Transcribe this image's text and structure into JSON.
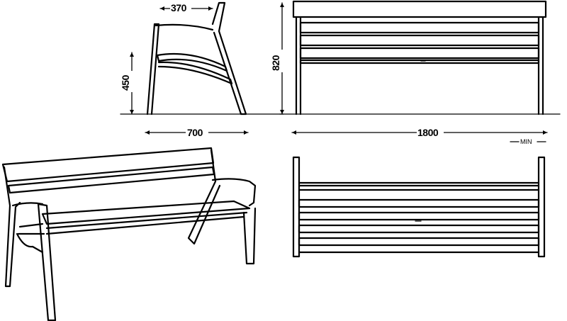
{
  "dimensions": {
    "seat_depth_top": "370",
    "total_height": "820",
    "seat_height": "450",
    "overall_depth": "700",
    "overall_length": "1800",
    "min_label": "MIN"
  },
  "colors": {
    "line": "#000000",
    "background": "#ffffff"
  }
}
